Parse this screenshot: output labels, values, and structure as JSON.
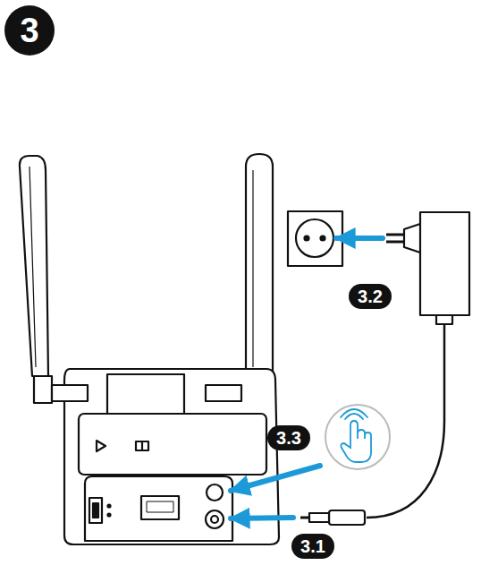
{
  "diagram": {
    "nodes": [
      {
        "text": [
          "3"
        ]
      },
      {
        "text": [
          "3.2"
        ]
      },
      {
        "text": [
          "3.3"
        ]
      },
      {
        "text": [
          "3.1"
        ]
      }
    ]
  }
}
